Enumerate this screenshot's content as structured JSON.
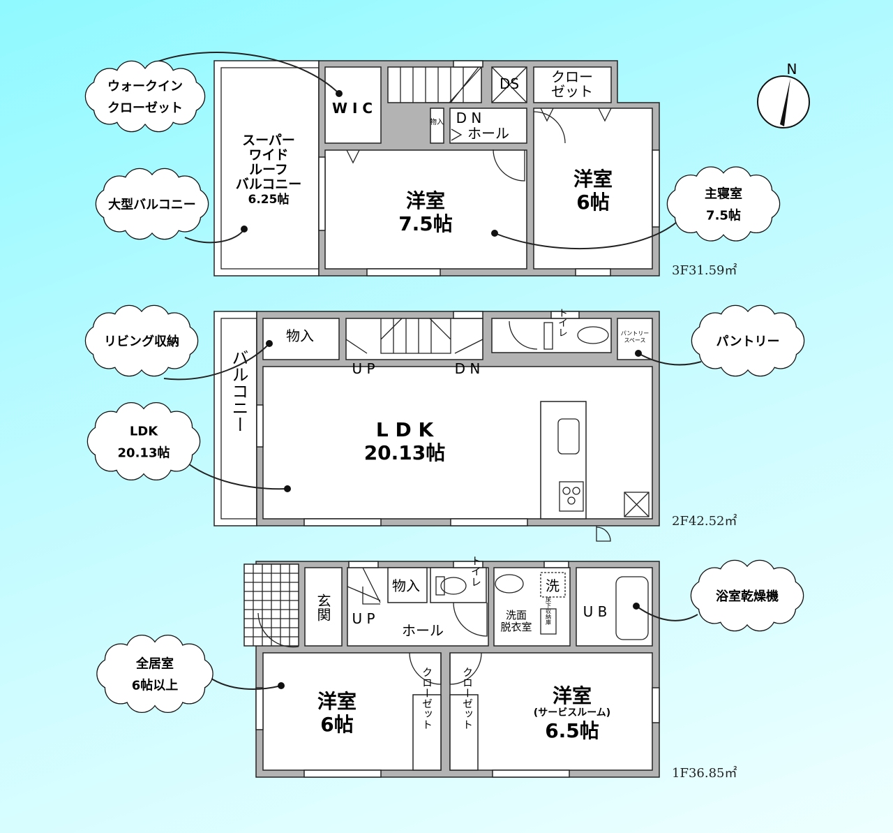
{
  "colors": {
    "background_top": "#8ff9ff",
    "background_bottom": "#eeffff",
    "wall": "#b3b3b3"
  },
  "compass": {
    "label": "N",
    "icon": "north-arrow-icon"
  },
  "floor3": {
    "area": "3F31.59㎡",
    "balcony": [
      "スーパー",
      "ワイド",
      "ルーフ",
      "バルコニー",
      "6.25帖"
    ],
    "wic": "W I C",
    "storage": "物入",
    "hall_dn": "D N",
    "hall": "ホール",
    "ds": "DS",
    "closet": [
      "クロー",
      "ゼット"
    ],
    "room_a": [
      "洋室",
      "7.5帖"
    ],
    "room_b": [
      "洋室",
      "6帖"
    ]
  },
  "floor2": {
    "area": "2F42.52㎡",
    "balcony": "バルコニー",
    "storage": "物入",
    "up": "U P",
    "dn": "D N",
    "toilet": "トイレ",
    "pantry_space": [
      "パントリー",
      "スペース"
    ],
    "ldk": [
      "L D K",
      "20.13帖"
    ]
  },
  "floor1": {
    "area": "1F36.85㎡",
    "entrance": "玄関",
    "up": "U P",
    "hall": "ホール",
    "storage": "物入",
    "toilet": "トイレ",
    "washer": "洗",
    "washroom": [
      "洗面",
      "脱衣室"
    ],
    "underfloor": "床下収納庫",
    "ub": "U B",
    "room_a": [
      "洋室",
      "6帖"
    ],
    "closet": "クローゼット",
    "room_b": [
      "洋室",
      "(サービスルーム)",
      "6.5帖"
    ]
  },
  "callouts": [
    {
      "lines": [
        "ウォークイン",
        "クローゼット"
      ]
    },
    {
      "lines": [
        "大型バルコニー"
      ]
    },
    {
      "lines": [
        "主寝室",
        "7.5帖"
      ]
    },
    {
      "lines": [
        "リビング収納"
      ]
    },
    {
      "lines": [
        "パントリー"
      ]
    },
    {
      "lines": [
        "LDK",
        "20.13帖"
      ]
    },
    {
      "lines": [
        "浴室乾燥機"
      ]
    },
    {
      "lines": [
        "全居室",
        "6帖以上"
      ]
    }
  ]
}
